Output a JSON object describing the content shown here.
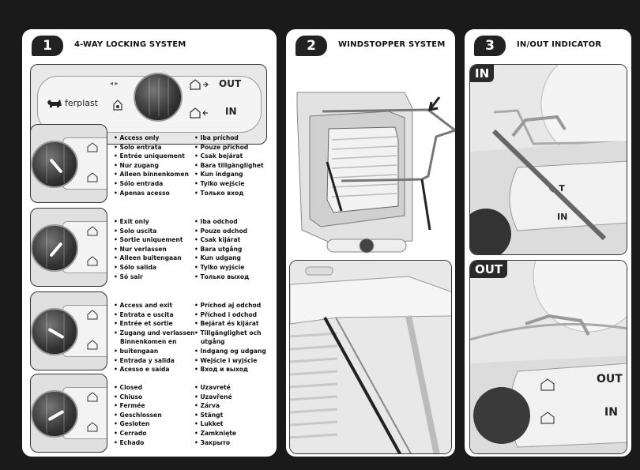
{
  "panels": [
    {
      "number": "1",
      "title": "4-WAY LOCKING SYSTEM"
    },
    {
      "number": "2",
      "title": "WINDSTOPPER SYSTEM"
    },
    {
      "number": "3",
      "title": "IN/OUT INDICATOR"
    }
  ],
  "lock_panel": {
    "brand": "ferplast",
    "out_label": "OUT",
    "in_label": "IN",
    "arrows": "◂ ▸",
    "modes": [
      {
        "col1": [
          "Access only",
          "Solo entrata",
          "Entrée uniquement",
          "Nur zugang",
          "Alleen binnenkomen",
          "Sólo entrada",
          "Apenas acesso"
        ],
        "col2": [
          "Iba príchod",
          "Pouze příchod",
          "Csak bejárat",
          "Bara tillgänglighet",
          "Kun indgang",
          "Tylko wejście",
          "Только вход"
        ]
      },
      {
        "col1": [
          "Exit only",
          "Solo uscita",
          "Sortie uniquement",
          "Nur verlassen",
          "Alleen buitengaan",
          "Sólo salida",
          "Só sair"
        ],
        "col2": [
          "Iba odchod",
          "Pouze odchod",
          "Csak kijárat",
          "Bara utgång",
          "Kun udgang",
          "Tylko wyjście",
          "Только выход"
        ]
      },
      {
        "col1": [
          "Access and exit",
          "Entrata e uscita",
          "Entrée et sortie",
          "Zugang und verlassen",
          "Binnenkomen en",
          "buitengaan",
          "Entrada y salida",
          "Acesso e saída"
        ],
        "col2": [
          "Príchod aj odchod",
          "Příchod i odchod",
          "Bejárat és kijárat",
          "Tillgänglighet och",
          "utgång",
          "Indgang og udgang",
          "Wejście i wyjście",
          "Вход и выход"
        ]
      },
      {
        "col1": [
          "Closed",
          "Chiuso",
          "Fermée",
          "Geschlossen",
          "Gesloten",
          "Cerrado",
          "Echado"
        ],
        "col2": [
          "Uzavreté",
          "Uzavřené",
          "Zárva",
          "Stängt",
          "Lukket",
          "Zamknięte",
          "Закрыто"
        ]
      }
    ]
  },
  "indicator_panel": {
    "in_tab": "IN",
    "out_tab": "OUT",
    "out_label": "OUT",
    "in_label": "IN"
  },
  "colors": {
    "background": "#1a1a1a",
    "panel": "#ffffff",
    "knob": "#333333",
    "tab": "#2a2a2a"
  }
}
